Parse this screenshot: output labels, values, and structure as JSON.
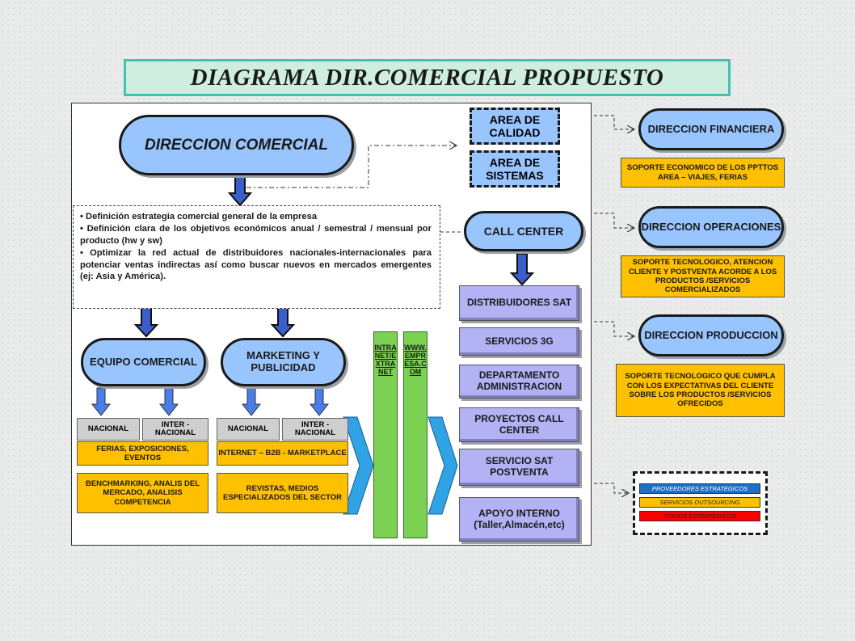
{
  "title": "DIAGRAMA DIR.COMERCIAL PROPUESTO",
  "direccion_comercial": "DIRECCION COMERCIAL",
  "area_calidad": "AREA DE CALIDAD",
  "area_sistemas": "AREA DE SISTEMAS",
  "description": [
    "• Definición estrategia comercial general de la empresa",
    "• Definición clara de los objetivos económicos anual / semestral / mensual por producto (hw y sw)",
    "• Optimizar la red actual de distribuidores nacionales-internacionales para potenciar ventas indirectas así como buscar nuevos en mercados emergentes (ej: Asia y América)."
  ],
  "call_center": "CALL CENTER",
  "call_center_items": [
    "DISTRIBUIDORES SAT",
    "SERVICIOS 3G",
    "DEPARTAMENTO ADMINISTRACION",
    "PROYECTOS CALL CENTER",
    "SERVICIO SAT POSTVENTA",
    "APOYO INTERNO (Taller,Almacén,etc)"
  ],
  "equipo_comercial": {
    "label": "EQUIPO COMERCIAL",
    "nacional": "NACIONAL",
    "internacional": "INTER - NACIONAL",
    "items": [
      "FERIAS, EXPOSICIONES, EVENTOS",
      "BENCHMARKING, ANALIS DEL MERCADO, ANALISIS COMPETENCIA"
    ]
  },
  "marketing": {
    "label": "MARKETING Y PUBLICIDAD",
    "nacional": "NACIONAL",
    "internacional": "INTER - NACIONAL",
    "items": [
      "INTERNET – B2B - MARKETPLACE",
      "REVISTAS, MEDIOS ESPECIALIZADOS DEL SECTOR"
    ]
  },
  "intranet": "INTRANET/EXTRANET",
  "www": "WWW.EMPRESA.COM",
  "direcciones": [
    {
      "label": "DIRECCION FINANCIERA",
      "note": "SOPORTE ECONOMICO DE LOS PPTTOS AREA – VIAJES, FERIAS"
    },
    {
      "label": "DIRECCION OPERACIONES",
      "note": "SOPORTE TECNOLOGICO, ATENCION CLIENTE Y POSTVENTA ACORDE A LOS PRODUCTOS /SERVICIOS COMERCIALIZADOS"
    },
    {
      "label": "DIRECCION PRODUCCION",
      "note": "SOPORTE TECNOLOGICO QUE CUMPLA CON LOS EXPECTATIVAS DEL CLIENTE SOBRE LOS PRODUCTOS /SERVICIOS OFRECIDOS"
    }
  ],
  "legend": [
    {
      "label": "PROVEEDORES ESTRATEGICOS",
      "color": "#1f6fc5"
    },
    {
      "label": "SERVICIOS OUTSOURCING",
      "color": "#ffc000"
    },
    {
      "label": "SOCIOS ESTRATEGICOS",
      "color": "#ff0000"
    }
  ]
}
